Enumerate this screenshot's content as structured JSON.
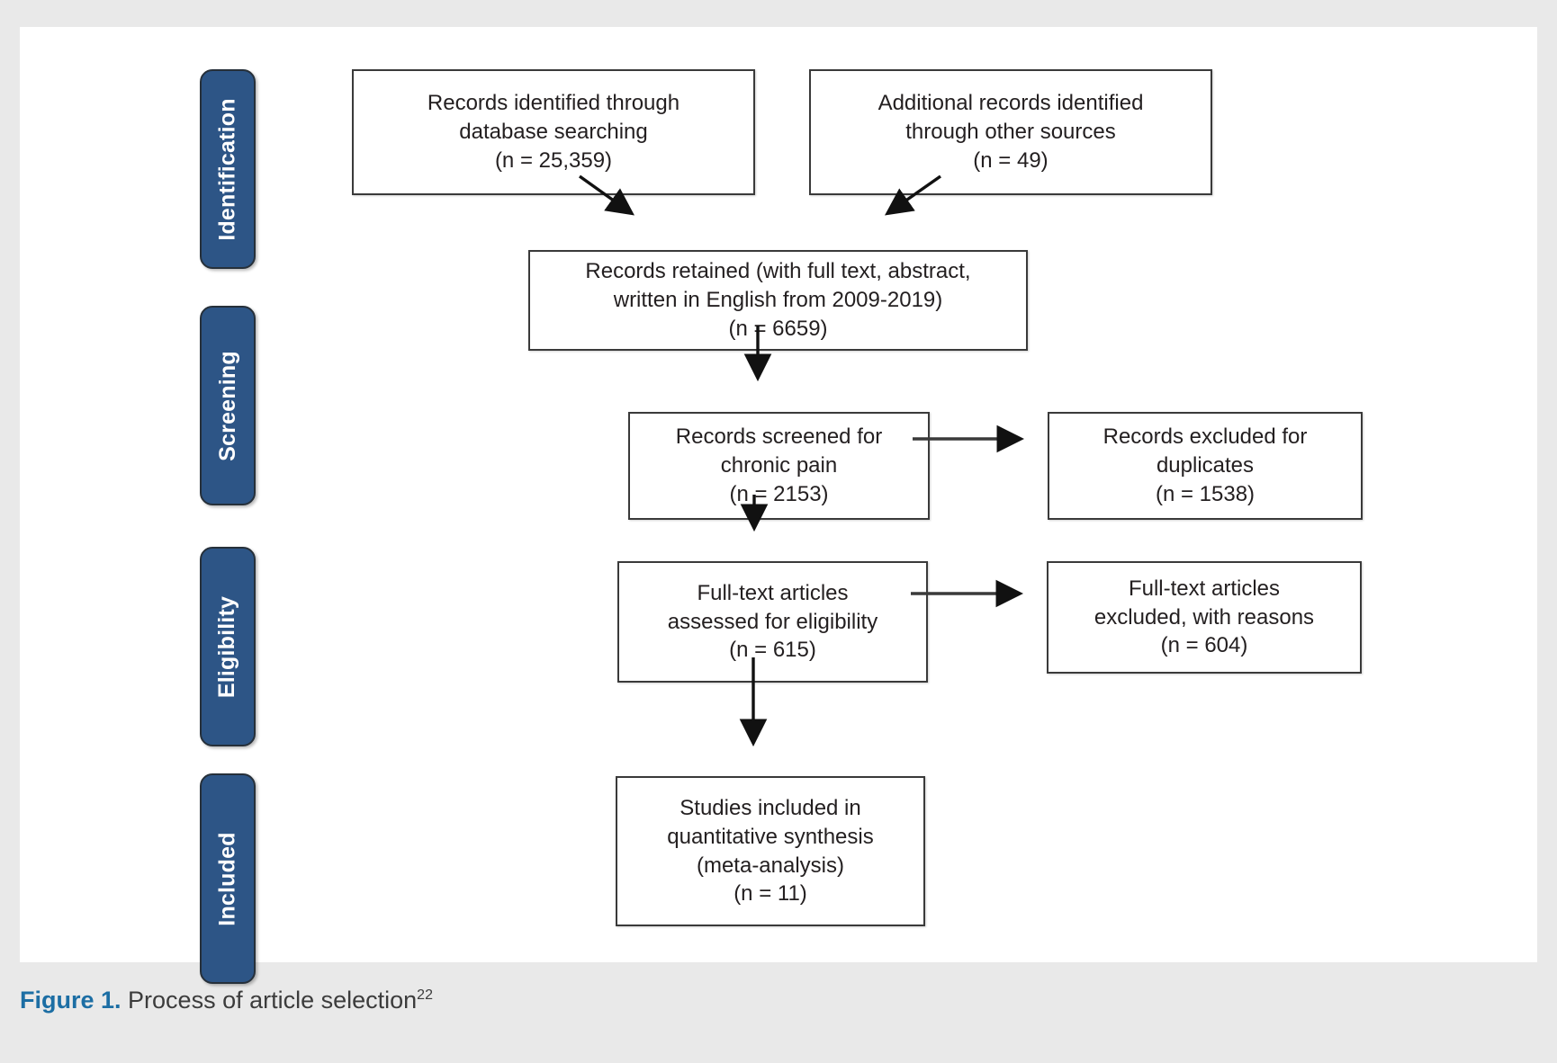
{
  "figure": {
    "caption_label": "Figure 1.",
    "caption_text": " Process of article selection",
    "caption_superscript": "22",
    "accent_color": "#1c6ea4",
    "stage_bar_color": "#2d5586",
    "box_border_color": "#3a3a3a",
    "page_background": "#e9e9e9",
    "canvas_background": "#ffffff"
  },
  "stages": [
    {
      "id": "identification",
      "label": "Identification"
    },
    {
      "id": "screening",
      "label": "Screening"
    },
    {
      "id": "eligibility",
      "label": "Eligibility"
    },
    {
      "id": "included",
      "label": "Included"
    }
  ],
  "chart_data": {
    "type": "diagram",
    "title": "Process of article selection",
    "diagram_kind": "PRISMA flow diagram",
    "nodes": [
      {
        "id": "db_search",
        "stage": "Identification",
        "label": "Records identified through\ndatabase searching\n(n = 25,359)",
        "n": 25359
      },
      {
        "id": "other_sources",
        "stage": "Identification",
        "label": "Additional records identified\nthrough other sources\n(n = 49)",
        "n": 49
      },
      {
        "id": "retained",
        "stage": "Screening",
        "label": "Records retained (with full text, abstract,\nwritten in English from 2009-2019)\n(n = 6659)",
        "n": 6659
      },
      {
        "id": "screened",
        "stage": "Screening",
        "label": "Records screened for\nchronic pain\n(n = 2153)",
        "n": 2153
      },
      {
        "id": "excluded_dupes",
        "stage": "Screening",
        "label": "Records excluded for\nduplicates\n(n = 1538)",
        "n": 1538
      },
      {
        "id": "fulltext_assessed",
        "stage": "Eligibility",
        "label": "Full-text articles\nassessed for eligibility\n(n = 615)",
        "n": 615
      },
      {
        "id": "fulltext_excluded",
        "stage": "Eligibility",
        "label": "Full-text articles\nexcluded, with reasons\n(n = 604)",
        "n": 604
      },
      {
        "id": "included_studies",
        "stage": "Included",
        "label": "Studies included in\nquantitative synthesis\n(meta-analysis)\n(n = 11)",
        "n": 11
      }
    ],
    "edges": [
      {
        "from": "db_search",
        "to": "retained",
        "style": "diagonal-arrow"
      },
      {
        "from": "other_sources",
        "to": "retained",
        "style": "diagonal-arrow"
      },
      {
        "from": "retained",
        "to": "screened",
        "style": "down-arrow"
      },
      {
        "from": "screened",
        "to": "excluded_dupes",
        "style": "right-arrow"
      },
      {
        "from": "screened",
        "to": "fulltext_assessed",
        "style": "down-arrow"
      },
      {
        "from": "fulltext_assessed",
        "to": "fulltext_excluded",
        "style": "right-arrow"
      },
      {
        "from": "fulltext_assessed",
        "to": "included_studies",
        "style": "down-arrow"
      }
    ]
  }
}
